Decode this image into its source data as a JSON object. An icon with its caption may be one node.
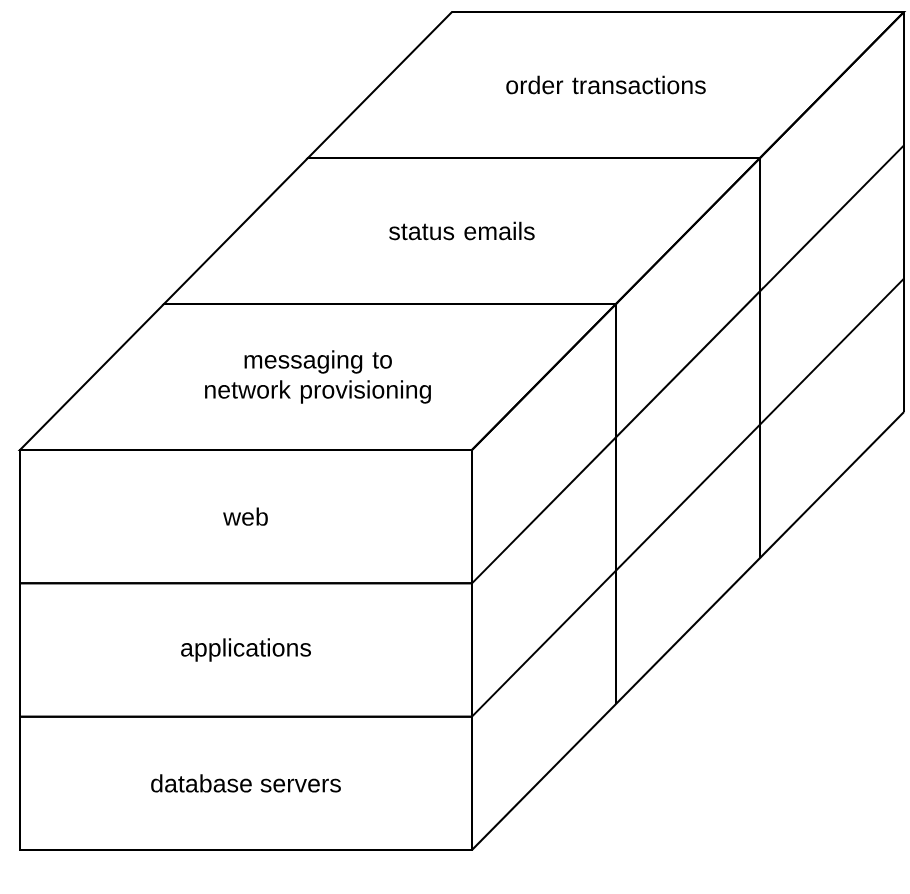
{
  "diagram": {
    "nodes": [
      {
        "text": [
          "order transactions"
        ]
      },
      {
        "text": [
          "status emails"
        ]
      },
      {
        "text": [
          "messaging to network provisioning"
        ]
      },
      {
        "text": [
          "web"
        ]
      },
      {
        "text": [
          "applications"
        ]
      },
      {
        "text": [
          "database servers"
        ]
      }
    ]
  }
}
